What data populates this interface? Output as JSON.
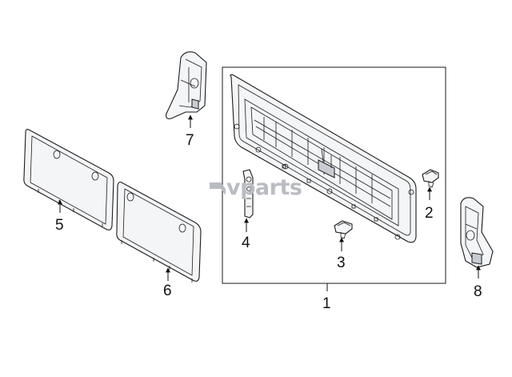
{
  "diagram": {
    "watermark": "vparts",
    "callouts": [
      {
        "id": "1",
        "label": "1"
      },
      {
        "id": "2",
        "label": "2"
      },
      {
        "id": "3",
        "label": "3"
      },
      {
        "id": "4",
        "label": "4"
      },
      {
        "id": "5",
        "label": "5"
      },
      {
        "id": "6",
        "label": "6"
      },
      {
        "id": "7",
        "label": "7"
      },
      {
        "id": "8",
        "label": "8"
      }
    ]
  }
}
